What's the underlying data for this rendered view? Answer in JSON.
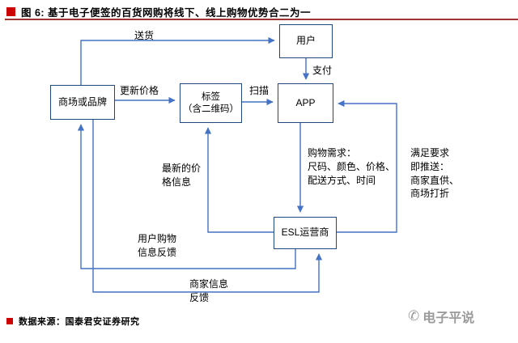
{
  "header": {
    "title": "图 6: 基于电子便签的百货网购将线下、线上购物优势合二为一"
  },
  "diagram": {
    "nodes": {
      "user": "用户",
      "mall": "商场或品牌",
      "tag": "标签\n（含二维码）",
      "app": "APP",
      "esl": "ESL运营商"
    },
    "edges": {
      "delivery": "送货",
      "pay": "支付",
      "update_price": "更新价格",
      "scan": "扫描",
      "demand": "购物需求：\n尺码、颜色、价格、\n配送方式、时间",
      "push": "满足要求\n即推送：\n商家直供、\n商场打折",
      "latest_price": "最新的价\n格信息",
      "user_feedback": "用户购物\n信息反馈",
      "merchant_feedback": "商家信息\n反馈"
    }
  },
  "footer": {
    "source": "数据来源：国泰君安证券研究",
    "watermark": "电子平说",
    "phone_icon": "✆"
  },
  "colors": {
    "accent_red": "#cc0000",
    "rule_red": "#9e3434",
    "box_border_blue": "#1f497d",
    "arrow_blue": "#4472c4",
    "watermark_grey": "#9a9a9a"
  }
}
